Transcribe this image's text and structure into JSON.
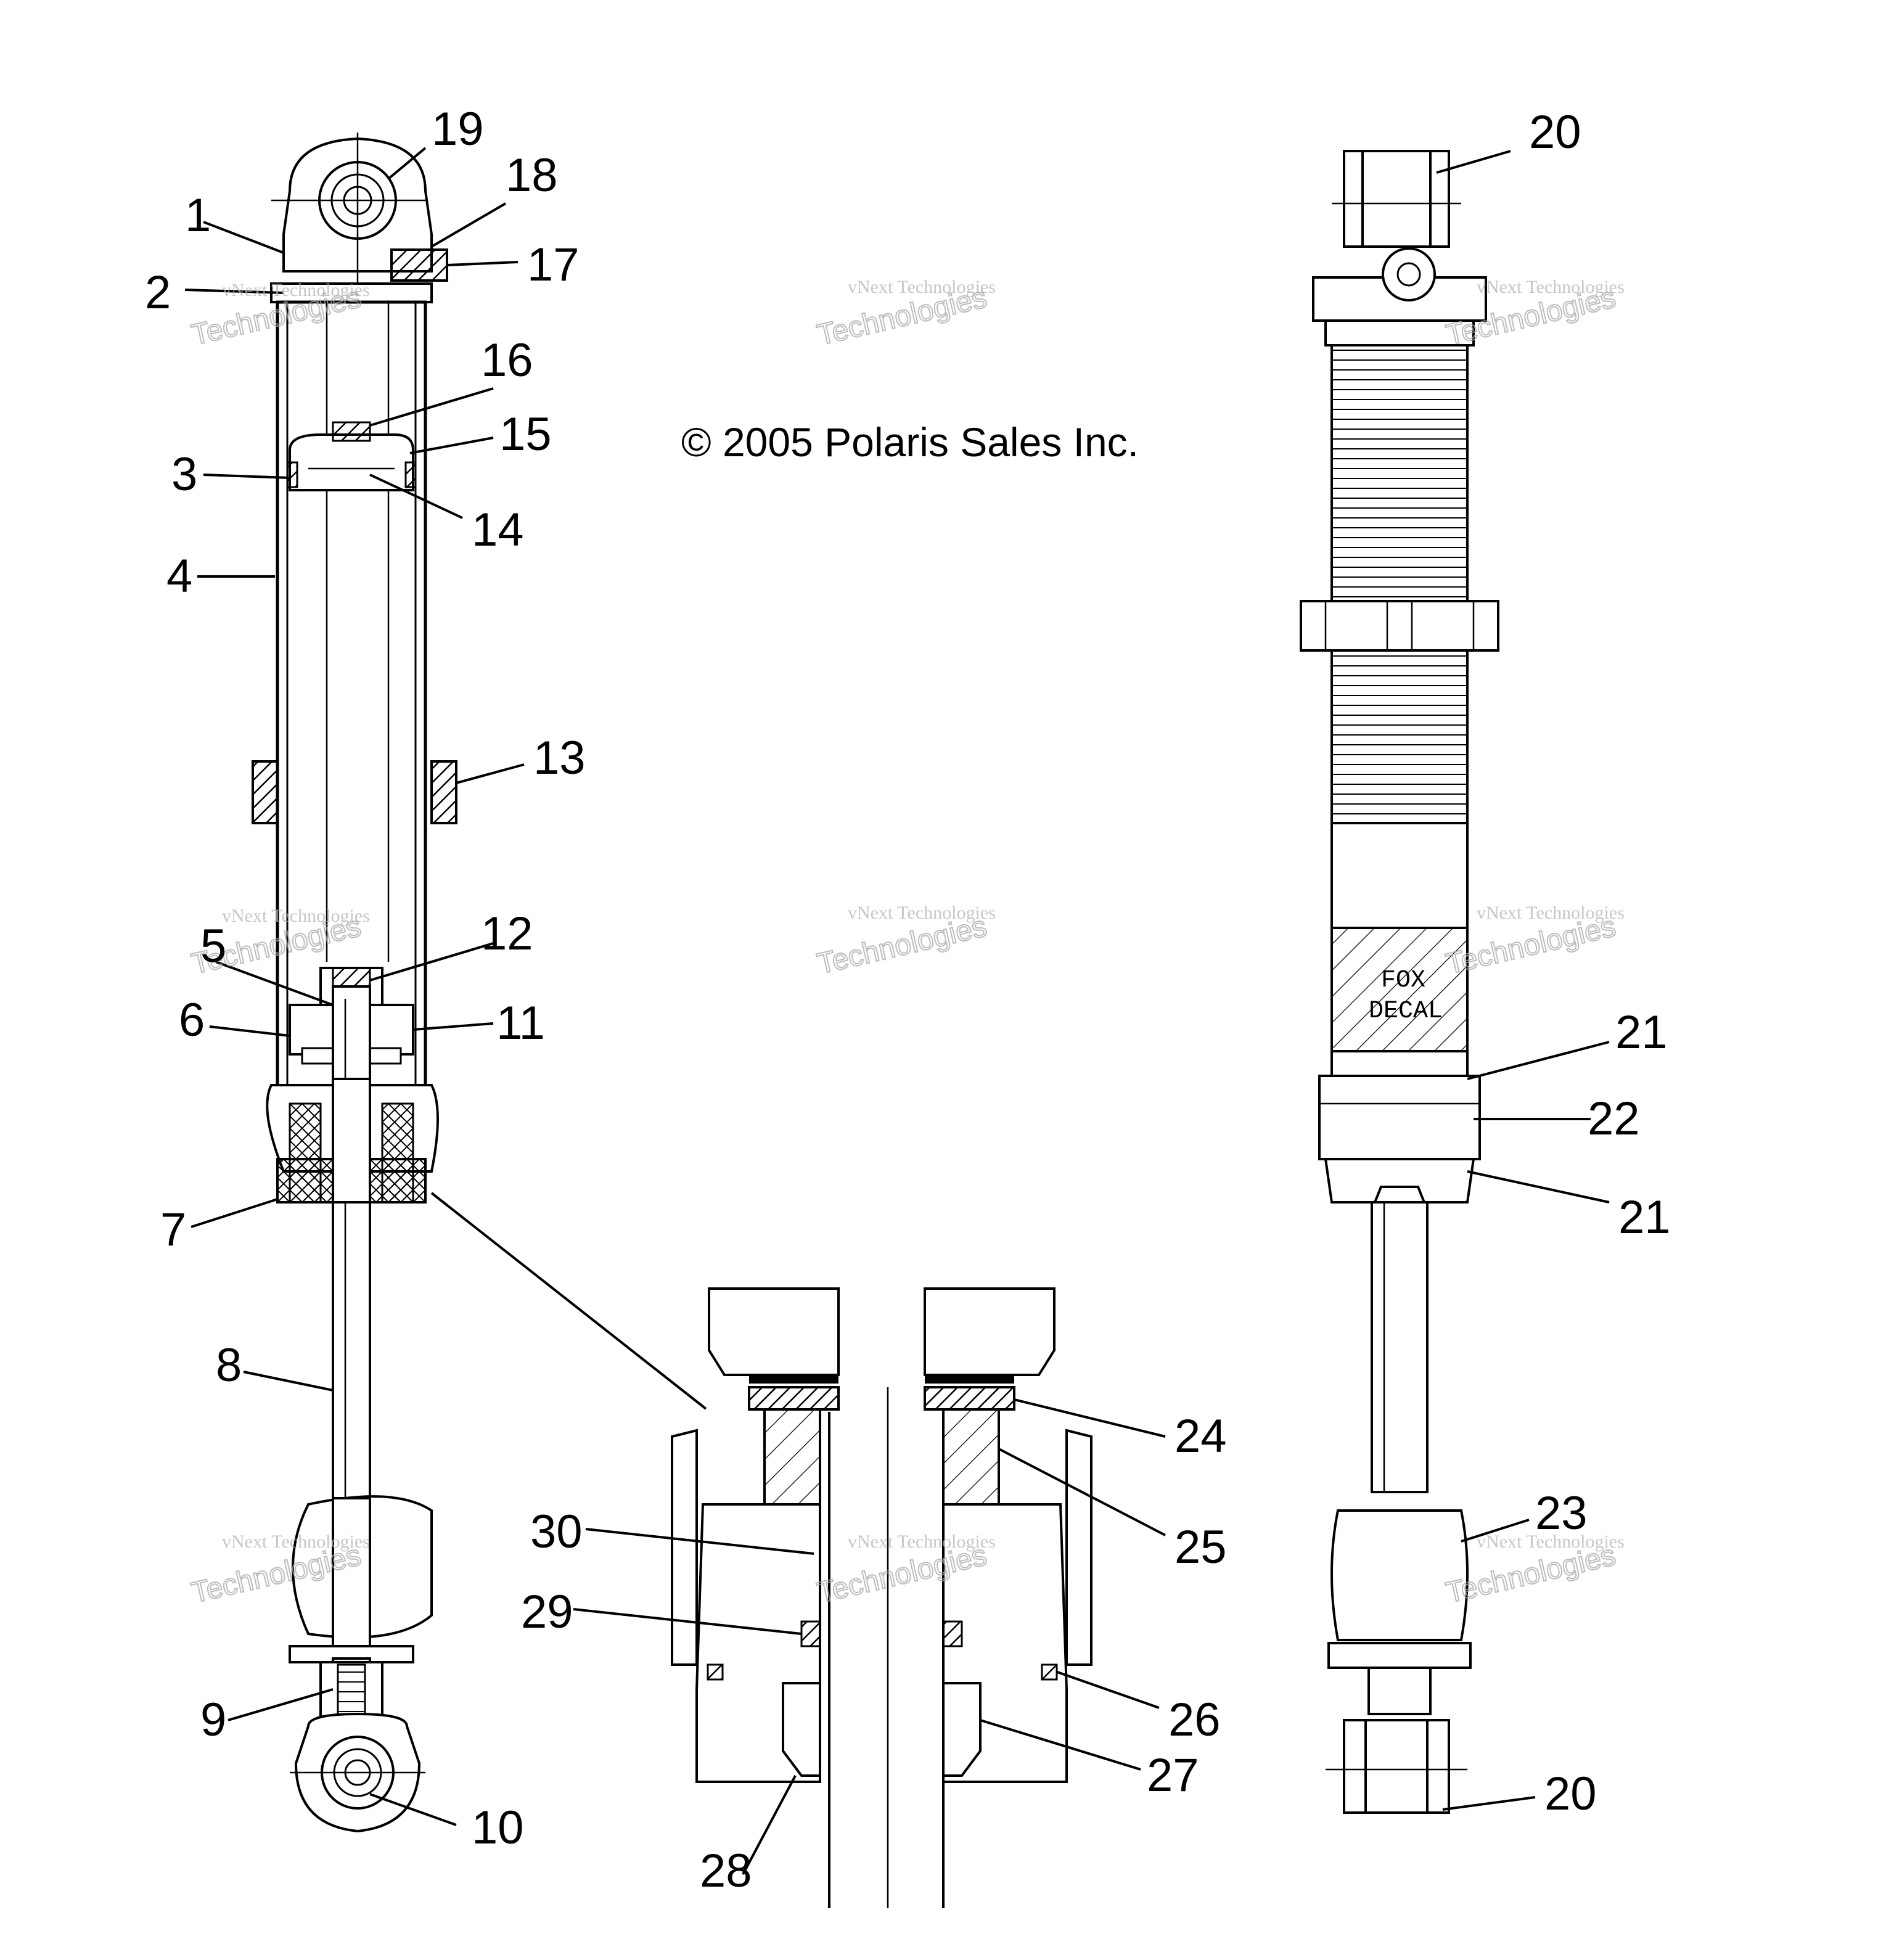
{
  "copyright": "© 2005 Polaris Sales Inc.",
  "watermark": {
    "line1": "vNext Technologies",
    "line2": "Technologies"
  },
  "decal": {
    "line1": "FOX",
    "line2": "DECAL"
  },
  "callouts": [
    "1",
    "2",
    "3",
    "4",
    "5",
    "6",
    "7",
    "8",
    "9",
    "10",
    "11",
    "12",
    "13",
    "14",
    "15",
    "16",
    "17",
    "18",
    "19",
    "20",
    "20",
    "21",
    "21",
    "22",
    "23",
    "24",
    "25",
    "26",
    "27",
    "28",
    "29",
    "30"
  ]
}
